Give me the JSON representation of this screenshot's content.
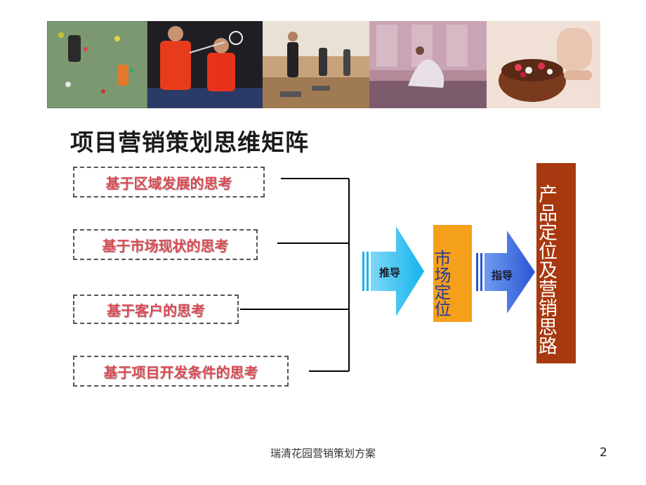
{
  "title": "项目营销策划思维矩阵",
  "photos": [
    {
      "name": "rock-climbing-photo"
    },
    {
      "name": "badminton-photo"
    },
    {
      "name": "aerobics-photo"
    },
    {
      "name": "yoga-photo"
    },
    {
      "name": "flower-bath-photo"
    }
  ],
  "thinking_boxes": [
    {
      "label": "基于区域发展的思考"
    },
    {
      "label": "基于市场现状的思考"
    },
    {
      "label": "基于客户的思考"
    },
    {
      "label": "基于项目开发条件的思考"
    }
  ],
  "arrow1": {
    "label": "推导",
    "color": "#19b8ee"
  },
  "market_box": {
    "label": "市场定位",
    "color": "#f5a01a"
  },
  "arrow2": {
    "label": "指导",
    "color": "#2a5bd7"
  },
  "product_box": {
    "label": "产品定位及营销思路",
    "color": "#a8380f"
  },
  "footer": {
    "text": "瑞清花园营销策划方案",
    "page": "2"
  }
}
